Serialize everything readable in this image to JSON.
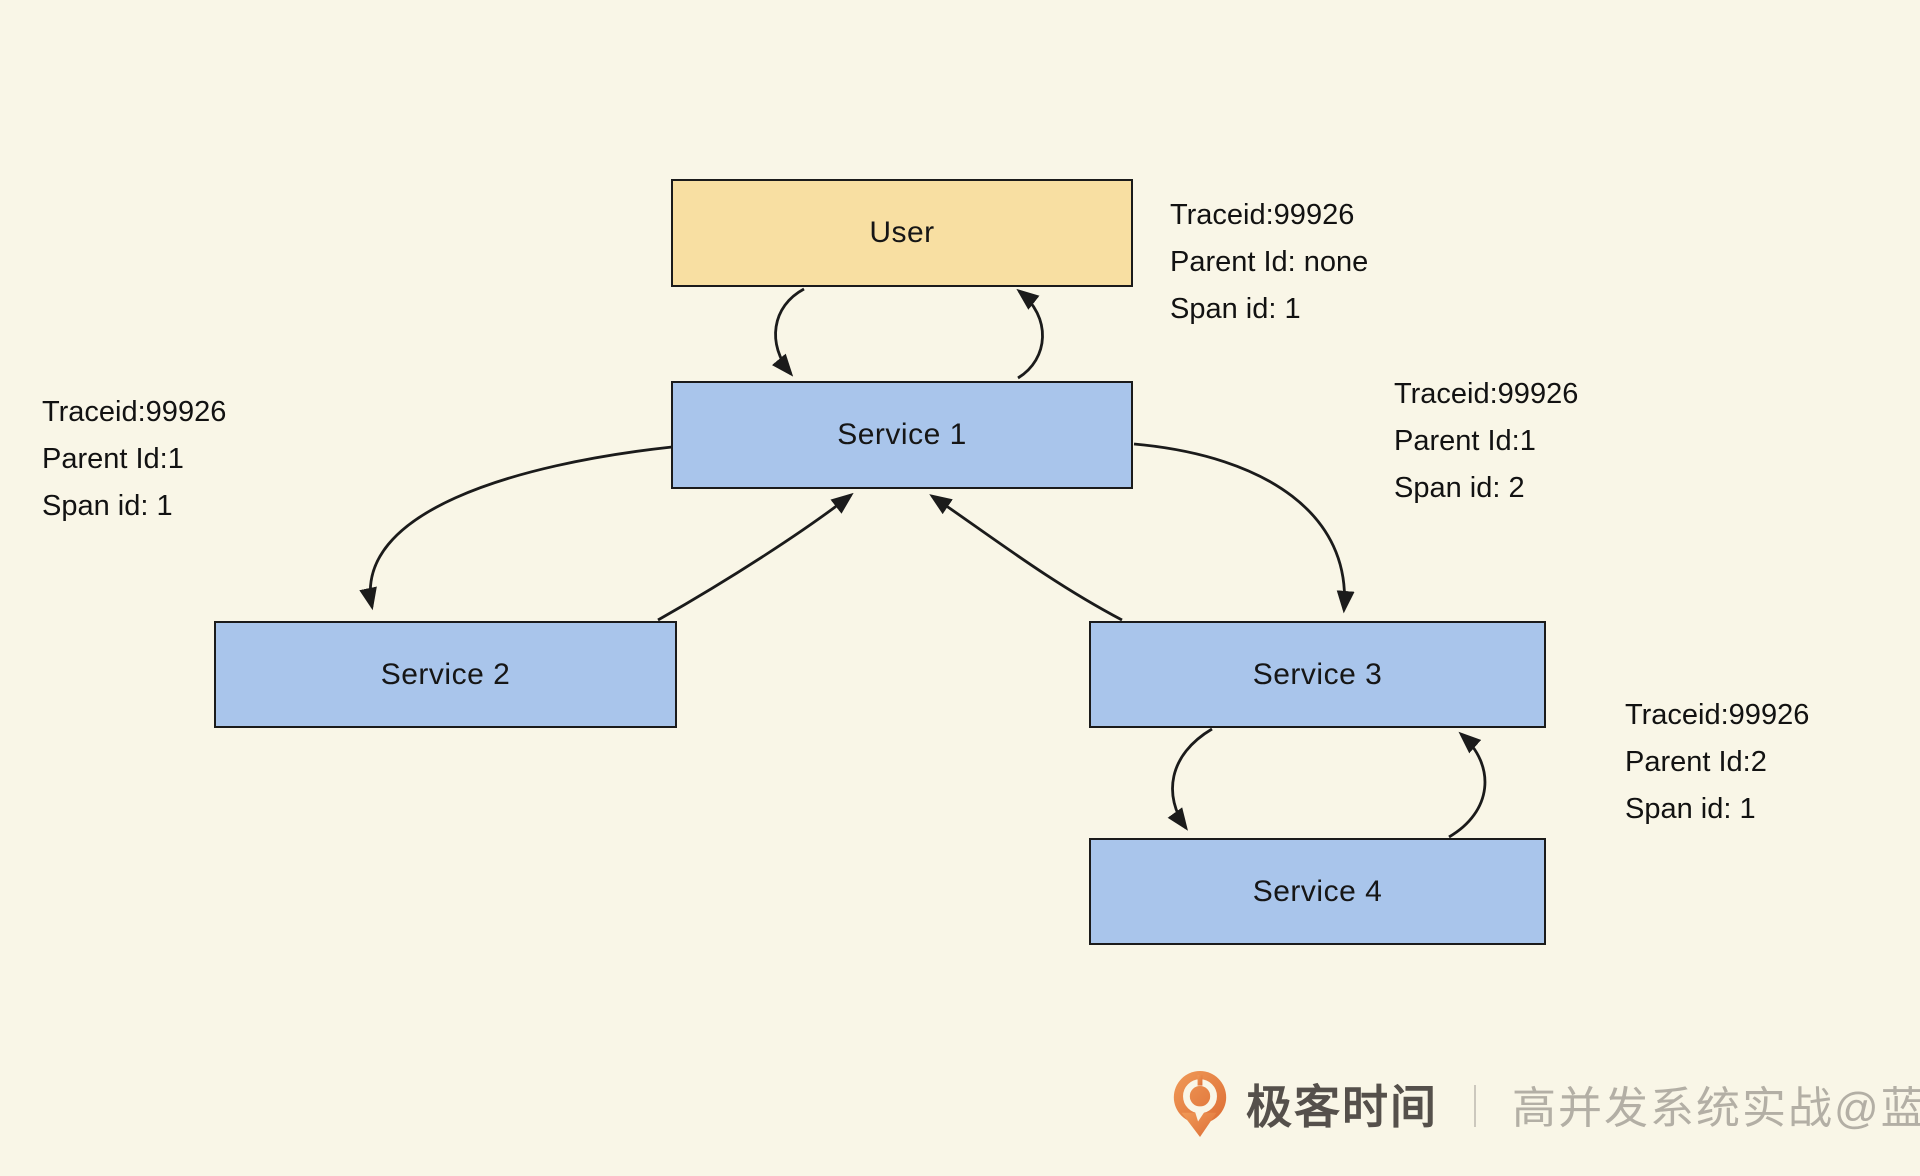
{
  "diagram": {
    "nodes": [
      {
        "id": "user",
        "label": "User"
      },
      {
        "id": "service-1",
        "label": "Service 1"
      },
      {
        "id": "service-2",
        "label": "Service 2"
      },
      {
        "id": "service-3",
        "label": "Service 3"
      },
      {
        "id": "service-4",
        "label": "Service 4"
      }
    ],
    "annotations": [
      {
        "id": "trace-user",
        "lines": [
          "Traceid:99926",
          "Parent Id: none",
          "Span id: 1"
        ]
      },
      {
        "id": "trace-service2",
        "lines": [
          "Traceid:99926",
          "Parent Id:1",
          "Span id: 1"
        ]
      },
      {
        "id": "trace-service3",
        "lines": [
          "Traceid:99926",
          "Parent Id:1",
          "Span id: 2"
        ]
      },
      {
        "id": "trace-service4",
        "lines": [
          "Traceid:99926",
          "Parent Id:2",
          "Span id: 1"
        ]
      }
    ],
    "edges": [
      {
        "from": "user",
        "to": "service-1",
        "kind": "request"
      },
      {
        "from": "service-1",
        "to": "user",
        "kind": "response"
      },
      {
        "from": "service-1",
        "to": "service-2",
        "kind": "request"
      },
      {
        "from": "service-2",
        "to": "service-1",
        "kind": "response"
      },
      {
        "from": "service-1",
        "to": "service-3",
        "kind": "request"
      },
      {
        "from": "service-3",
        "to": "service-1",
        "kind": "response"
      },
      {
        "from": "service-3",
        "to": "service-4",
        "kind": "request"
      },
      {
        "from": "service-4",
        "to": "service-3",
        "kind": "response"
      }
    ]
  },
  "watermark": {
    "brand": "极客时间",
    "separator": "｜",
    "credit": "高并发系统实战@蓝天"
  },
  "colors": {
    "background": "#F9F6E7",
    "user_fill": "#F8DFA2",
    "service_fill": "#A9C5EB",
    "stroke": "#1B1B1B",
    "text": "#121212",
    "brand_text": "#55504B",
    "credit_text": "#B3AFA5",
    "logo_orange_light": "#F09A58",
    "logo_orange_dark": "#DD6E35"
  }
}
